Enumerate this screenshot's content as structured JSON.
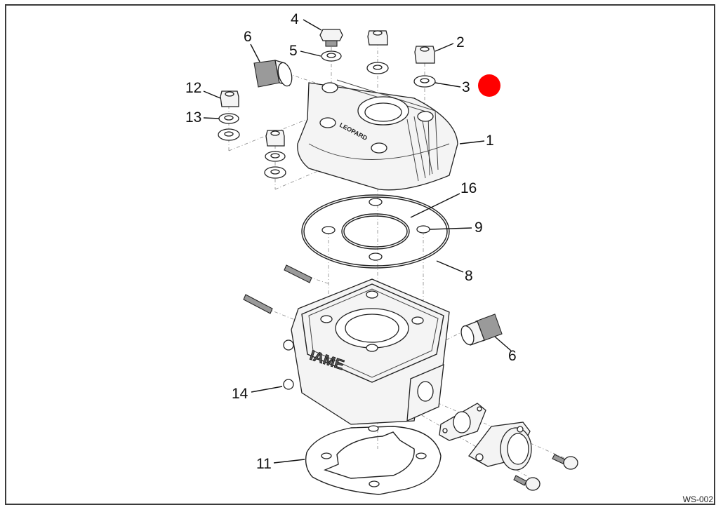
{
  "diagram": {
    "reference_code": "WS-002",
    "callouts": [
      {
        "id": "1",
        "label": "1"
      },
      {
        "id": "2",
        "label": "2"
      },
      {
        "id": "3",
        "label": "3"
      },
      {
        "id": "4",
        "label": "4"
      },
      {
        "id": "5",
        "label": "5"
      },
      {
        "id": "6a",
        "label": "6"
      },
      {
        "id": "6b",
        "label": "6"
      },
      {
        "id": "8",
        "label": "8"
      },
      {
        "id": "9",
        "label": "9"
      },
      {
        "id": "11",
        "label": "11"
      },
      {
        "id": "12",
        "label": "12"
      },
      {
        "id": "13",
        "label": "13"
      },
      {
        "id": "14",
        "label": "14"
      },
      {
        "id": "16",
        "label": "16"
      }
    ],
    "cylinder_logo_text": "IAME",
    "head_logo_text": "LEOPARD",
    "marker_color": "#ff0000",
    "line_color": "#222222"
  }
}
